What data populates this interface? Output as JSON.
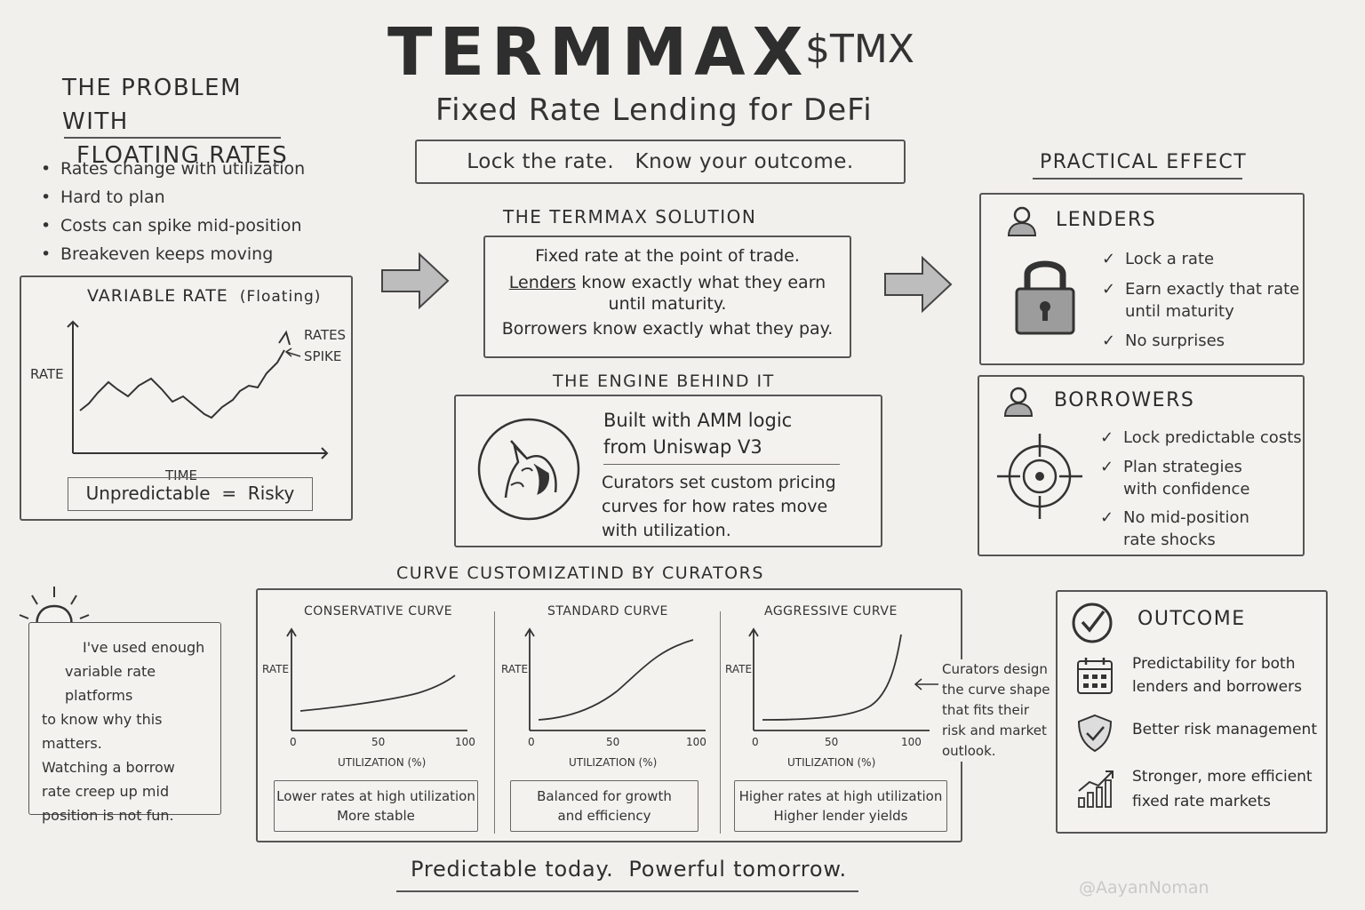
{
  "header": {
    "title": "TERMMAX",
    "ticker": "$TMX",
    "subtitle": "Fixed Rate Lending for DeFi",
    "tagline": "Lock the rate.   Know your outcome."
  },
  "problem": {
    "heading_line1": "THE PROBLEM WITH",
    "heading_line2": "FLOATING RATES",
    "bullets": [
      "Rates change with utilization",
      "Hard to plan",
      "Costs can spike mid-position",
      "Breakeven keeps moving"
    ]
  },
  "variable_rate": {
    "title": "VARIABLE RATE",
    "title_note": "(Floating)",
    "y_label": "RATE",
    "x_label": "TIME",
    "annotation_line1": "RATES",
    "annotation_line2": "SPIKE",
    "conclusion": "Unpredictable  =  Risky"
  },
  "solution": {
    "heading": "THE TERMMAX SOLUTION",
    "line1": "Fixed rate at the point of trade.",
    "line2_underlined": "Lenders",
    "line2_rest": " know exactly what they earn",
    "line3": "until maturity.",
    "line4": "Borrowers know exactly what they pay."
  },
  "engine": {
    "heading": "THE ENGINE BEHIND IT",
    "line1": "Built with AMM logic",
    "line2": "from Uniswap V3",
    "line3": "Curators set custom pricing",
    "line4": "curves for how rates move",
    "line5": "with utilization."
  },
  "practical_effect": {
    "heading": "PRACTICAL EFFECT",
    "lenders": {
      "title": "LENDERS",
      "items": [
        "Lock a rate",
        "Earn exactly that rate",
        "until maturity",
        "No surprises"
      ]
    },
    "borrowers": {
      "title": "BORROWERS",
      "items": [
        "Lock predictable costs",
        "Plan strategies",
        "with confidence",
        "No mid-position",
        "rate shocks"
      ]
    }
  },
  "curves": {
    "heading": "CURVE CUSTOMIZATIND BY CURATORS",
    "x_label": "UTILIZATION (%)",
    "y_label": "RATE",
    "ticks": [
      "0",
      "50",
      "100"
    ],
    "conservative": {
      "title": "CONSERVATIVE CURVE",
      "caption_line1": "Lower rates at high utilization",
      "caption_line2": "More stable"
    },
    "standard": {
      "title": "STANDARD CURVE",
      "caption_line1": "Balanced for growth",
      "caption_line2": "and efficiency"
    },
    "aggressive": {
      "title": "AGGRESSIVE CURVE",
      "caption_line1": "Higher rates at high utilization",
      "caption_line2": "Higher lender yields"
    },
    "note_lines": [
      "Curators design",
      "the curve shape",
      "that fits their",
      "risk and market",
      "outlook."
    ]
  },
  "quote": {
    "lines": [
      "I've used enough",
      "variable rate platforms",
      "to know why this",
      "matters.",
      "Watching a borrow",
      "rate creep up mid",
      "position is not fun."
    ]
  },
  "outcome": {
    "title": "OUTCOME",
    "item1_line1": "Predictability for both",
    "item1_line2": "lenders and borrowers",
    "item2": "Better risk management",
    "item3_line1": "Stronger, more efficient",
    "item3_line2": "fixed rate markets"
  },
  "footer": {
    "slogan": "Predictable today.  Powerful tomorrow.",
    "watermark": "@AayanNoman"
  }
}
